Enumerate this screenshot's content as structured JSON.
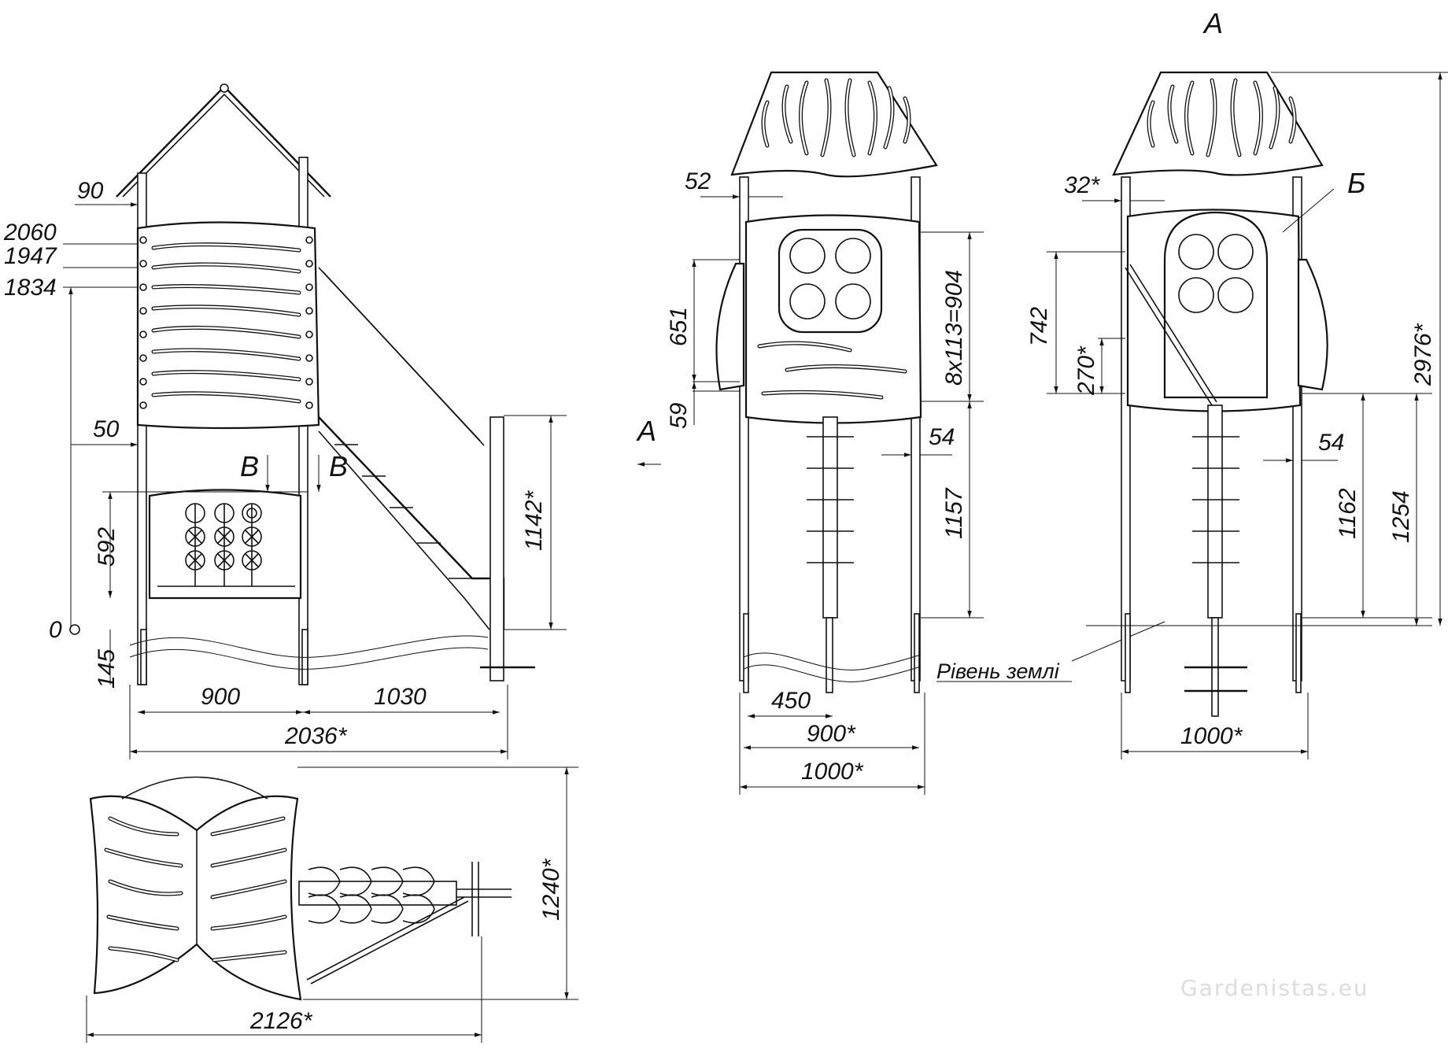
{
  "drawing": {
    "view_labels": {
      "section_a_top": "A",
      "section_a_arrow": "A",
      "detail_b_side": "B",
      "detail_b_side2": "B",
      "detail_b_back": "Б"
    },
    "side_view": {
      "dims": [
        "90",
        "2060",
        "1947",
        "1834",
        "50",
        "592",
        "0",
        "145",
        "900",
        "1030",
        "2036*",
        "1142*"
      ]
    },
    "front_view": {
      "dims": [
        "52",
        "651",
        "59",
        "8x113=904",
        "54",
        "1157",
        "450",
        "900*",
        "1000*"
      ]
    },
    "back_view": {
      "dims": [
        "32*",
        "742",
        "270*",
        "54",
        "1162",
        "1254",
        "2976*",
        "1000*"
      ]
    },
    "plan_view": {
      "dims": [
        "1240*",
        "2126*"
      ]
    },
    "ground_label": "Рівень землі",
    "watermark": "Gardenistas.eu"
  }
}
